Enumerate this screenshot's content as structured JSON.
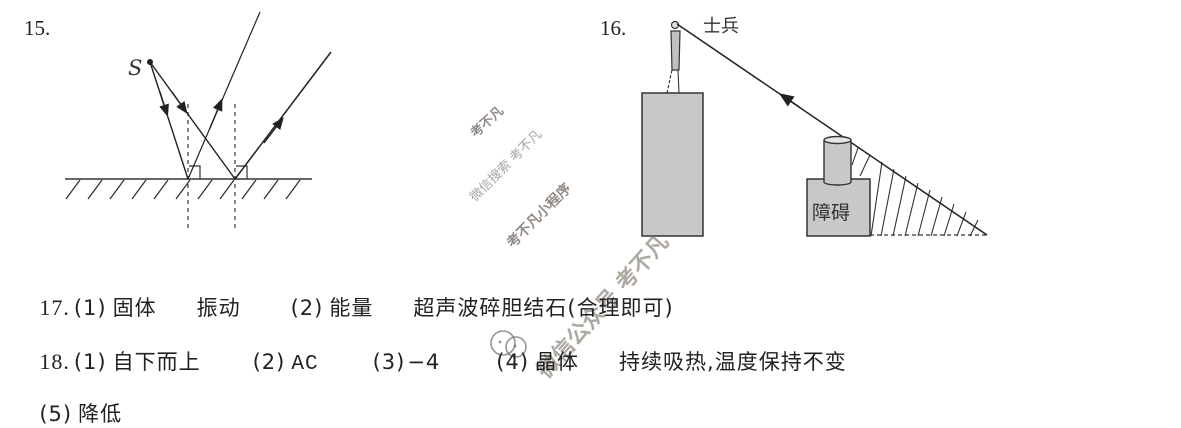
{
  "questions": {
    "q15": {
      "number": "15.",
      "source_label": "S"
    },
    "q16": {
      "number": "16.",
      "soldier_label": "士兵",
      "obstacle_label": "障碍"
    },
    "q17": {
      "number": "17.",
      "part1_tag": "(1)",
      "part1_answer_a": "固体",
      "part1_answer_b": "振动",
      "part2_tag": "(2)",
      "part2_answer_a": "能量",
      "part2_answer_b": "超声波碎胆结石(合理即可)"
    },
    "q18": {
      "number": "18.",
      "part1_tag": "(1)",
      "part1_answer": "自下而上",
      "part2_tag": "(2)",
      "part2_answer": "AC",
      "part3_tag": "(3)",
      "part3_answer": "−4",
      "part4_tag": "(4)",
      "part4_answer_a": "晶体",
      "part4_answer_b": "持续吸热,温度保持不变",
      "part5_tag": "(5)",
      "part5_answer": "降低"
    }
  },
  "watermark": {
    "line1": "考不凡",
    "line2": "微信搜索 考不凡",
    "line3": "考不凡小程序",
    "line4": "微信公众号 考不凡"
  }
}
